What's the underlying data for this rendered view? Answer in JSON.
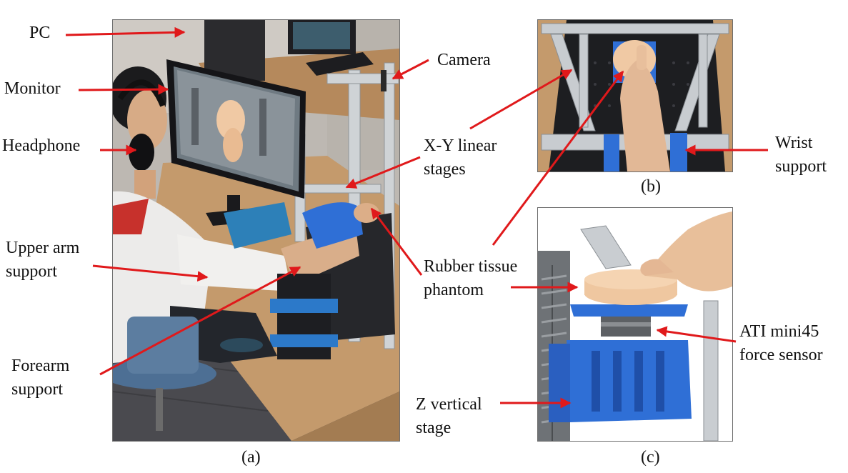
{
  "panels": {
    "a": {
      "caption": "(a)"
    },
    "b": {
      "caption": "(b)"
    },
    "c": {
      "caption": "(c)"
    }
  },
  "labels": {
    "pc": "PC",
    "monitor": "Monitor",
    "headphone": "Headphone",
    "upper_arm_support": "Upper arm\nsupport",
    "forearm_support": "Forearm\nsupport",
    "camera": "Camera",
    "xy_stages": "X-Y linear\nstages",
    "rubber_phantom": "Rubber tissue\nphantom",
    "wrist_support": "Wrist\nsupport",
    "ati_sensor": "ATI mini45\nforce sensor",
    "z_stage": "Z vertical\nstage"
  },
  "colors": {
    "arrow": "#e0191b",
    "support_blue": "#2f6fd6",
    "desk": "#c49a6c",
    "phantom": "#f0c9a4"
  }
}
